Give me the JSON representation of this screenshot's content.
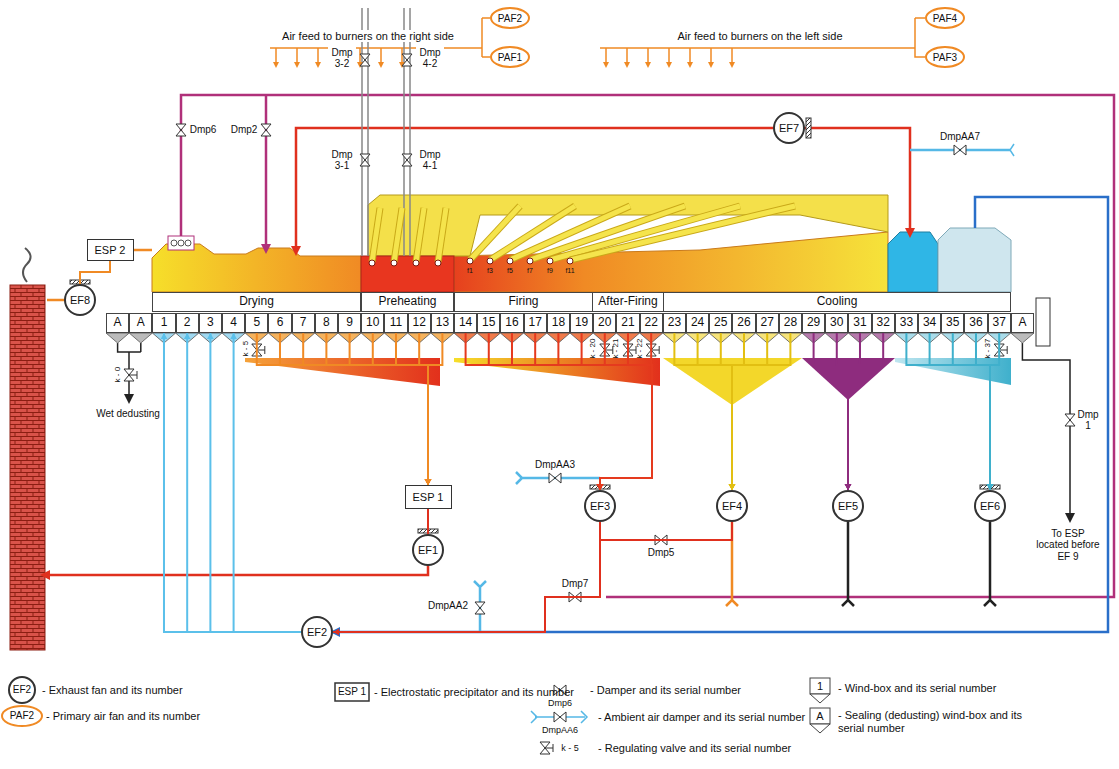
{
  "diagram": {
    "nodes": [
      {
        "text": [
          "PAF2"
        ]
      },
      {
        "text": [
          "PAF1"
        ]
      },
      {
        "text": [
          "PAF4"
        ]
      },
      {
        "text": [
          "PAF3"
        ]
      },
      {
        "text": [
          "EF7"
        ]
      },
      {
        "text": [
          "ESP 2"
        ]
      },
      {
        "text": [
          "EF8"
        ]
      },
      {
        "text": [
          "Drying"
        ]
      },
      {
        "text": [
          "Preheating"
        ]
      },
      {
        "text": [
          "Firing"
        ]
      },
      {
        "text": [
          "After-Firing"
        ]
      },
      {
        "text": [
          "Cooling"
        ]
      },
      {
        "text": [
          "A"
        ]
      },
      {
        "text": [
          "A"
        ]
      },
      {
        "text": [
          "1"
        ]
      },
      {
        "text": [
          "2"
        ]
      },
      {
        "text": [
          "3"
        ]
      },
      {
        "text": [
          "4"
        ]
      },
      {
        "text": [
          "5"
        ]
      },
      {
        "text": [
          "6"
        ]
      },
      {
        "text": [
          "7"
        ]
      },
      {
        "text": [
          "8"
        ]
      },
      {
        "text": [
          "9"
        ]
      },
      {
        "text": [
          "10"
        ]
      },
      {
        "text": [
          "11"
        ]
      },
      {
        "text": [
          "12"
        ]
      },
      {
        "text": [
          "13"
        ]
      },
      {
        "text": [
          "14"
        ]
      },
      {
        "text": [
          "15"
        ]
      },
      {
        "text": [
          "16"
        ]
      },
      {
        "text": [
          "17"
        ]
      },
      {
        "text": [
          "18"
        ]
      },
      {
        "text": [
          "19"
        ]
      },
      {
        "text": [
          "20"
        ]
      },
      {
        "text": [
          "21"
        ]
      },
      {
        "text": [
          "22"
        ]
      },
      {
        "text": [
          "23"
        ]
      },
      {
        "text": [
          "24"
        ]
      },
      {
        "text": [
          "25"
        ]
      },
      {
        "text": [
          "26"
        ]
      },
      {
        "text": [
          "27"
        ]
      },
      {
        "text": [
          "28"
        ]
      },
      {
        "text": [
          "29"
        ]
      },
      {
        "text": [
          "30"
        ]
      },
      {
        "text": [
          "31"
        ]
      },
      {
        "text": [
          "32"
        ]
      },
      {
        "text": [
          "33"
        ]
      },
      {
        "text": [
          "34"
        ]
      },
      {
        "text": [
          "35"
        ]
      },
      {
        "text": [
          "36"
        ]
      },
      {
        "text": [
          "37"
        ]
      },
      {
        "text": [
          "A"
        ]
      },
      {
        "text": [
          "ESP 1"
        ]
      },
      {
        "text": [
          "EF1"
        ]
      },
      {
        "text": [
          "EF3"
        ]
      },
      {
        "text": [
          "EF4"
        ]
      },
      {
        "text": [
          "EF5"
        ]
      },
      {
        "text": [
          "EF6"
        ]
      },
      {
        "text": [
          "EF2"
        ]
      }
    ],
    "edges": [
      {
        "from": 5,
        "to": 6,
        "arrow": "none"
      },
      {
        "from": 18,
        "to": 52,
        "arrow": "to"
      },
      {
        "from": 19,
        "to": 52,
        "arrow": "to"
      },
      {
        "from": 20,
        "to": 52,
        "arrow": "to"
      },
      {
        "from": 21,
        "to": 52,
        "arrow": "to"
      },
      {
        "from": 22,
        "to": 52,
        "arrow": "to"
      },
      {
        "from": 23,
        "to": 52,
        "arrow": "to"
      },
      {
        "from": 24,
        "to": 52,
        "arrow": "to"
      },
      {
        "from": 25,
        "to": 52,
        "arrow": "to"
      },
      {
        "from": 26,
        "to": 52,
        "arrow": "to"
      },
      {
        "from": 27,
        "to": 54,
        "arrow": "to"
      },
      {
        "from": 28,
        "to": 54,
        "arrow": "to"
      },
      {
        "from": 29,
        "to": 54,
        "arrow": "to"
      },
      {
        "from": 30,
        "to": 54,
        "arrow": "to"
      },
      {
        "from": 31,
        "to": 54,
        "arrow": "to"
      },
      {
        "from": 32,
        "to": 54,
        "arrow": "to"
      },
      {
        "from": 33,
        "to": 54,
        "arrow": "to"
      },
      {
        "from": 34,
        "to": 54,
        "arrow": "to"
      },
      {
        "from": 35,
        "to": 54,
        "arrow": "to"
      },
      {
        "from": 36,
        "to": 55,
        "arrow": "to"
      },
      {
        "from": 37,
        "to": 55,
        "arrow": "to"
      },
      {
        "from": 38,
        "to": 55,
        "arrow": "to"
      },
      {
        "from": 39,
        "to": 55,
        "arrow": "to"
      },
      {
        "from": 40,
        "to": 55,
        "arrow": "to"
      },
      {
        "from": 41,
        "to": 55,
        "arrow": "to"
      },
      {
        "from": 42,
        "to": 56,
        "arrow": "to"
      },
      {
        "from": 43,
        "to": 56,
        "arrow": "to"
      },
      {
        "from": 44,
        "to": 56,
        "arrow": "to"
      },
      {
        "from": 45,
        "to": 56,
        "arrow": "to"
      },
      {
        "from": 46,
        "to": 57,
        "arrow": "to"
      },
      {
        "from": 47,
        "to": 57,
        "arrow": "to"
      },
      {
        "from": 48,
        "to": 57,
        "arrow": "to"
      },
      {
        "from": 49,
        "to": 57,
        "arrow": "to"
      },
      {
        "from": 50,
        "to": 57,
        "arrow": "to"
      },
      {
        "from": 58,
        "to": 14,
        "arrow": "to"
      },
      {
        "from": 58,
        "to": 15,
        "arrow": "to"
      },
      {
        "from": 58,
        "to": 16,
        "arrow": "to"
      },
      {
        "from": 58,
        "to": 17,
        "arrow": "to"
      },
      {
        "from": 52,
        "to": 53,
        "arrow": "none"
      },
      {
        "from": 54,
        "to": 55,
        "arrow": "none"
      },
      {
        "from": 54,
        "to": 58,
        "arrow": "to"
      }
    ],
    "labels": [
      "Air feed to burners on the right side",
      "Air feed to burners on the left side",
      "Dmp6",
      "Dmp2",
      "Dmp 3-2",
      "Dmp 3-1",
      "Dmp 4-2",
      "Dmp 4-1",
      "DmpAA7",
      "DmpAA3",
      "Dmp5",
      "Dmp7",
      "DmpAA2",
      "Dmp 1",
      "k - 0",
      "k - 5",
      "k - 20",
      "k - 21",
      "k - 22",
      "k - 37",
      "Wet dedusting",
      "To ESP located before EF 9",
      "f1",
      "f3",
      "f5",
      "f7",
      "f9",
      "f11",
      "EF2",
      "ESP 1",
      "Dmp6",
      "1",
      "PAF2",
      "DmpAA6",
      "A",
      "k - 5"
    ],
    "legend": [
      {
        "text": "- Exhaust fan and its number"
      },
      {
        "text": "- Electrostatic precipitator and its number"
      },
      {
        "text": "- Damper and its serial number"
      },
      {
        "text": "- Wind-box and its serial number"
      },
      {
        "text": "- Primary air fan and its number"
      },
      {
        "text": "- Ambient air damper and its serial number"
      },
      {
        "text": "- Sealing (dedusting) wind-box and its serial number"
      },
      {
        "text": "- Regulating valve and its serial number"
      }
    ]
  }
}
